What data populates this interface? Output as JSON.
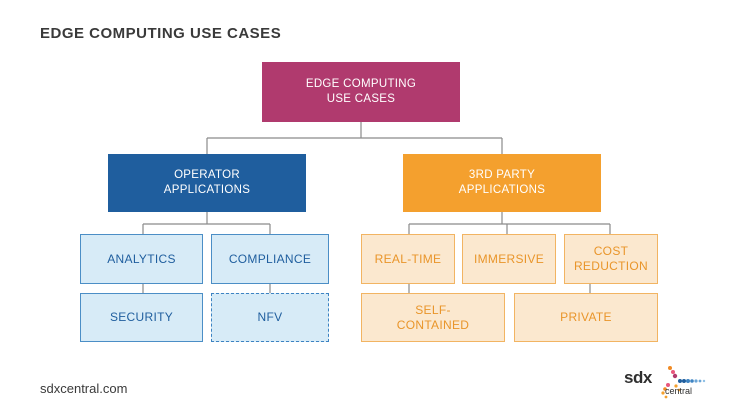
{
  "title": "EDGE COMPUTING USE CASES",
  "root": {
    "line1": "EDGE COMPUTING",
    "line2": "USE CASES",
    "color": "#b03a6e"
  },
  "operator": {
    "line1": "OPERATOR",
    "line2": "APPLICATIONS",
    "color": "#1f5e9e",
    "leaves": {
      "analytics": "ANALYTICS",
      "compliance": "COMPLIANCE",
      "security": "SECURITY",
      "nfv": "NFV"
    }
  },
  "third_party": {
    "line1": "3RD PARTY",
    "line2": "APPLICATIONS",
    "color": "#f4a02e",
    "leaves": {
      "real_time": "REAL-TIME",
      "immersive": "IMMERSIVE",
      "cost_reduction_1": "COST",
      "cost_reduction_2": "REDUCTION",
      "self_contained_1": "SELF-",
      "self_contained_2": "CONTAINED",
      "private": "PRIVATE"
    }
  },
  "footer": {
    "url": "sdxcentral.com",
    "logo_text": "sdx",
    "logo_subtext": "central"
  },
  "icons": {
    "logo": "sdxcentral-logo-icon"
  }
}
